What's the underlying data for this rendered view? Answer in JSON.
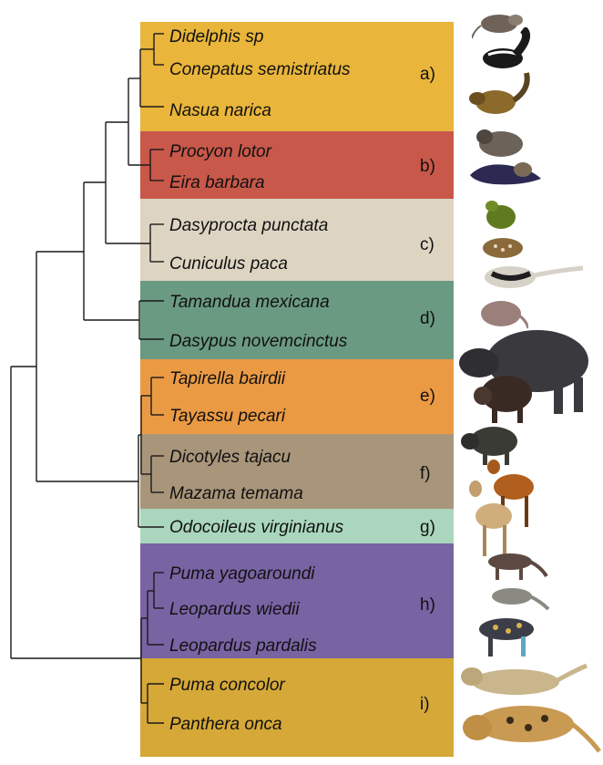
{
  "groups": [
    {
      "label": "a)",
      "color": "#e9b53a",
      "species": [
        "Didelphis sp",
        "Conepatus semistriatus",
        "Nasua narica"
      ]
    },
    {
      "label": "b)",
      "color": "#c8584a",
      "species": [
        "Procyon lotor",
        "Eira barbara"
      ]
    },
    {
      "label": "c)",
      "color": "#ddd4c2",
      "species": [
        "Dasyprocta punctata",
        "Cuniculus paca"
      ]
    },
    {
      "label": "d)",
      "color": "#6b9a82",
      "species": [
        "Tamandua mexicana",
        "Dasypus novemcinctus"
      ]
    },
    {
      "label": "e)",
      "color": "#eb9a44",
      "species": [
        "Tapirella bairdii",
        "Tayassu pecari"
      ]
    },
    {
      "label": "f)",
      "color": "#a8957a",
      "species": [
        "Dicotyles tajacu",
        "Mazama temama"
      ]
    },
    {
      "label": "g)",
      "color": "#a9d6bc",
      "species": [
        "Odocoileus virginianus"
      ]
    },
    {
      "label": "h)",
      "color": "#7863a3",
      "species": [
        "Puma yagoaroundi",
        "Leopardus wiedii",
        "Leopardus pardalis"
      ]
    },
    {
      "label": "i)",
      "color": "#d6a837",
      "species": [
        "Puma concolor",
        "Panthera onca"
      ]
    }
  ]
}
